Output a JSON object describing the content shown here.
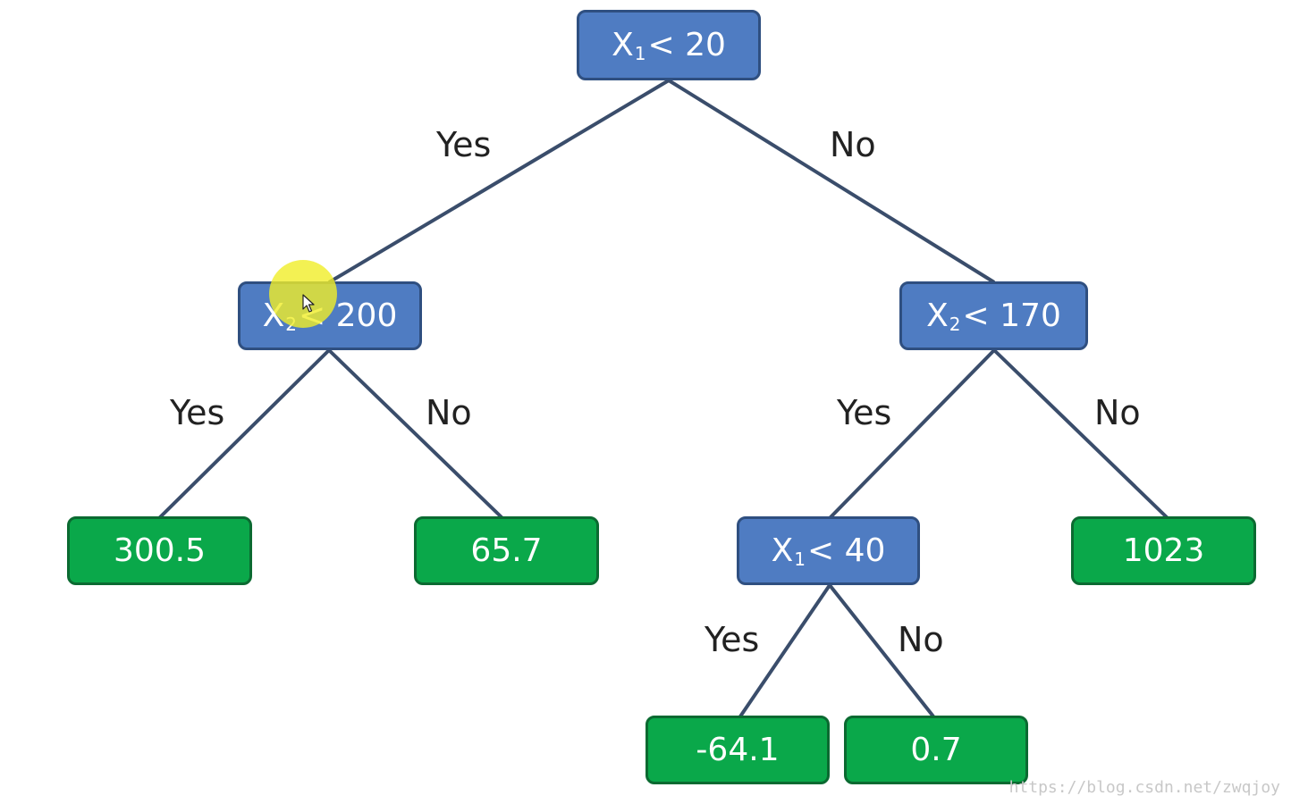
{
  "tree": {
    "root": {
      "var": "X",
      "sub": "1",
      "op": "< 20"
    },
    "n_x2_200": {
      "var": "X",
      "sub": "2",
      "op": "< 200"
    },
    "n_x2_170": {
      "var": "X",
      "sub": "2",
      "op": "< 170"
    },
    "n_x1_40": {
      "var": "X",
      "sub": "1",
      "op": "< 40"
    },
    "leaves": {
      "a": "300.5",
      "b": "65.7",
      "c": "1023",
      "d": "-64.1",
      "e": "0.7"
    },
    "labels": {
      "root_yes": "Yes",
      "root_no": "No",
      "x2_200_yes": "Yes",
      "x2_200_no": "No",
      "x2_170_yes": "Yes",
      "x2_170_no": "No",
      "x1_40_yes": "Yes",
      "x1_40_no": "No"
    }
  },
  "colors": {
    "decision": "#4f7cc2",
    "leaf": "#0aa84a",
    "edge": "#3a4d6b",
    "highlight": "#f0ee28"
  },
  "watermark": "https://blog.csdn.net/zwqjoy"
}
